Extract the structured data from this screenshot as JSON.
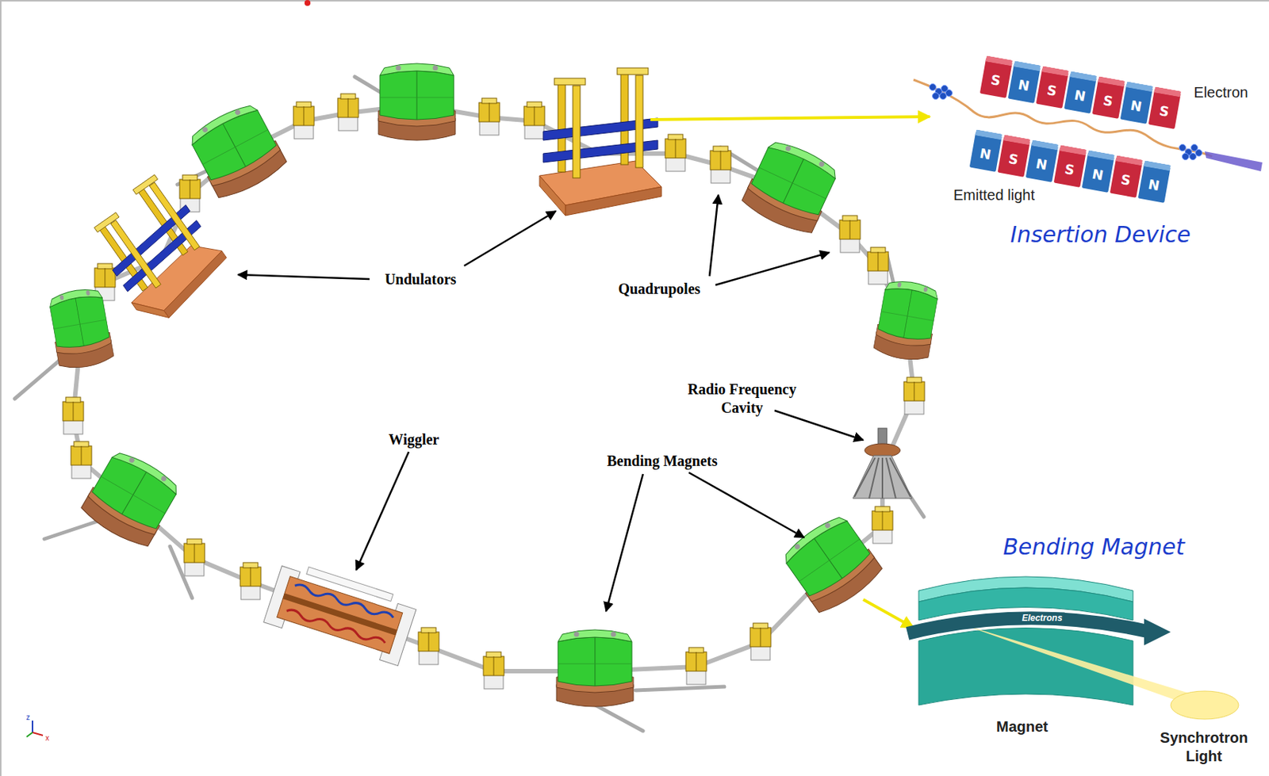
{
  "diagram": {
    "nodes": [
      {
        "text": [
          "S"
        ]
      },
      {
        "text": [
          "N"
        ]
      },
      {
        "text": [
          "S"
        ]
      },
      {
        "text": [
          "N"
        ]
      },
      {
        "text": [
          "S"
        ]
      },
      {
        "text": [
          "N"
        ]
      },
      {
        "text": [
          "S"
        ]
      },
      {
        "text": [
          "N"
        ]
      },
      {
        "text": [
          "S"
        ]
      },
      {
        "text": [
          "N"
        ]
      },
      {
        "text": [
          "S"
        ]
      },
      {
        "text": [
          "N"
        ]
      },
      {
        "text": [
          "S"
        ]
      },
      {
        "text": [
          "N"
        ]
      }
    ],
    "labels": [
      "Undulators",
      "Quadrupoles",
      "Radio Frequency Cavity",
      "Wiggler",
      "Bending Magnets",
      "Electron",
      "Emitted light",
      "Insertion Device",
      "Electrons",
      "Bending Magnet",
      "Magnet",
      "Synchrotron Light",
      "z",
      "x"
    ]
  }
}
